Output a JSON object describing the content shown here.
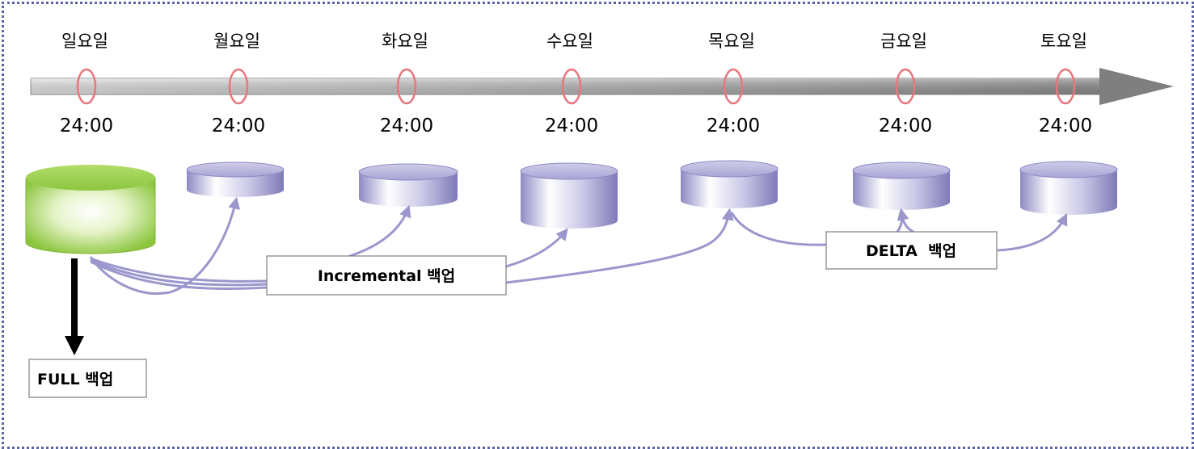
{
  "days": [
    {
      "label": "일요일",
      "time": "24:00"
    },
    {
      "label": "월요일",
      "time": "24:00"
    },
    {
      "label": "화요일",
      "time": "24:00"
    },
    {
      "label": "수요일",
      "time": "24:00"
    },
    {
      "label": "목요일",
      "time": "24:00"
    },
    {
      "label": "금요일",
      "time": "24:00"
    },
    {
      "label": "토요일",
      "time": "24:00"
    }
  ],
  "labels": {
    "incremental": "Incremental 백업",
    "delta": "DELTA  백업",
    "full": "FULL 백업"
  },
  "colors": {
    "frame": "#5b63a8",
    "marker": "#e8767c",
    "connector": "#9b97cc",
    "full_db": "#8cc63f",
    "backup_db": "#9c98cc"
  }
}
